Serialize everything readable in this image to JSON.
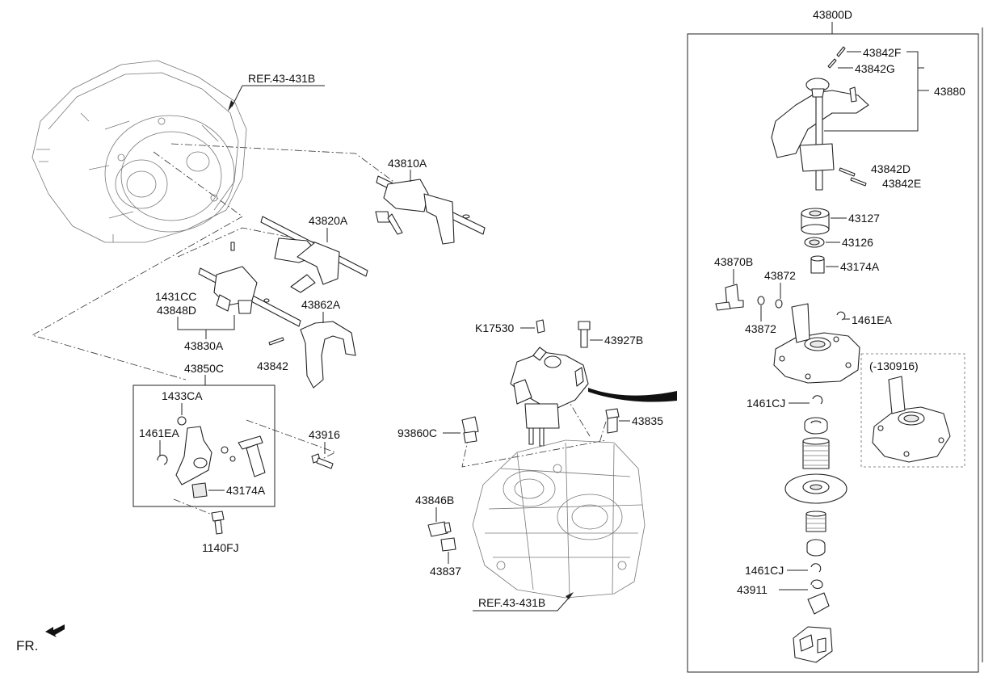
{
  "colors": {
    "ink": "#222222",
    "background": "#ffffff"
  },
  "labels": {
    "ref_top": "REF.43-431B",
    "ref_bottom": "REF.43-431B",
    "p43810A": "43810A",
    "p43820A": "43820A",
    "p1431CC": "1431CC",
    "p43848D": "43848D",
    "p43862A": "43862A",
    "p43830A": "43830A",
    "p43842": "43842",
    "p43850C": "43850C",
    "p1433CA": "1433CA",
    "p1461EA_left": "1461EA",
    "p43174A_left": "43174A",
    "p43916": "43916",
    "p1140FJ": "1140FJ",
    "pK17530": "K17530",
    "p43927B": "43927B",
    "p93860C": "93860C",
    "p43835": "43835",
    "p43846B": "43846B",
    "p43837": "43837",
    "p43800D": "43800D",
    "p43842F": "43842F",
    "p43842G": "43842G",
    "p43880": "43880",
    "p43842D": "43842D",
    "p43842E": "43842E",
    "p43127": "43127",
    "p43126": "43126",
    "p43870B": "43870B",
    "p43872_top": "43872",
    "p43174A_right": "43174A",
    "p43872_bottom": "43872",
    "p1461EA_right": "1461EA",
    "p130916": "(-130916)",
    "p1461CJ_top": "1461CJ",
    "p1461CJ_bottom": "1461CJ",
    "p43911": "43911",
    "fr": "FR."
  }
}
